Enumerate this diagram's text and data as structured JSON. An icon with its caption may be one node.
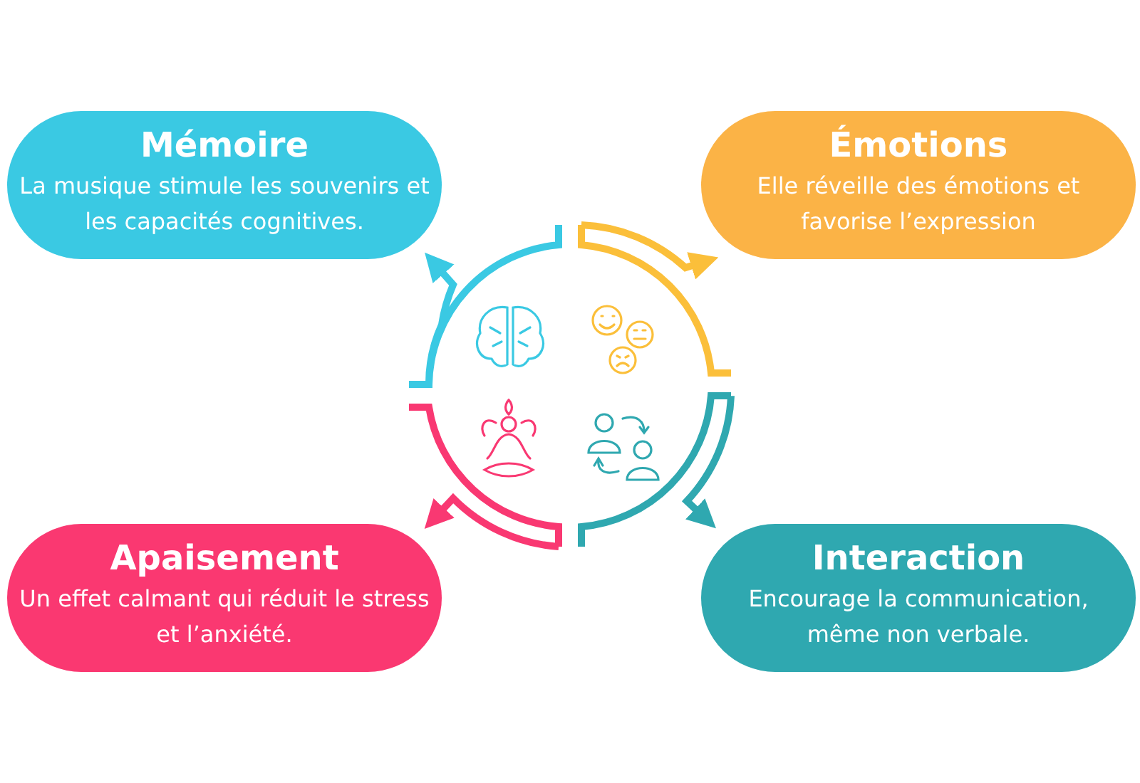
{
  "diagram": {
    "nodes": [
      {
        "text": [
          "Mémoire",
          "La musique stimule les souvenirs et les capacités cognitives."
        ]
      },
      {
        "text": [
          "Émotions",
          "Elle réveille des émotions et favorise l’expression"
        ]
      },
      {
        "text": [
          "Apaisement",
          "Un effet calmant qui réduit le stress et l’anxiété."
        ]
      },
      {
        "text": [
          "Interaction",
          "Encourage la communication, même non verbale."
        ]
      }
    ],
    "edges": [
      {
        "from": null,
        "to": 0,
        "arrow": "to",
        "color": "#3ac9e3"
      },
      {
        "from": null,
        "to": 1,
        "arrow": "to",
        "color": "#fbbf3a"
      },
      {
        "from": null,
        "to": 2,
        "arrow": "to",
        "color": "#f93872"
      },
      {
        "from": null,
        "to": 3,
        "arrow": "to",
        "color": "#2fa8b0"
      }
    ]
  }
}
